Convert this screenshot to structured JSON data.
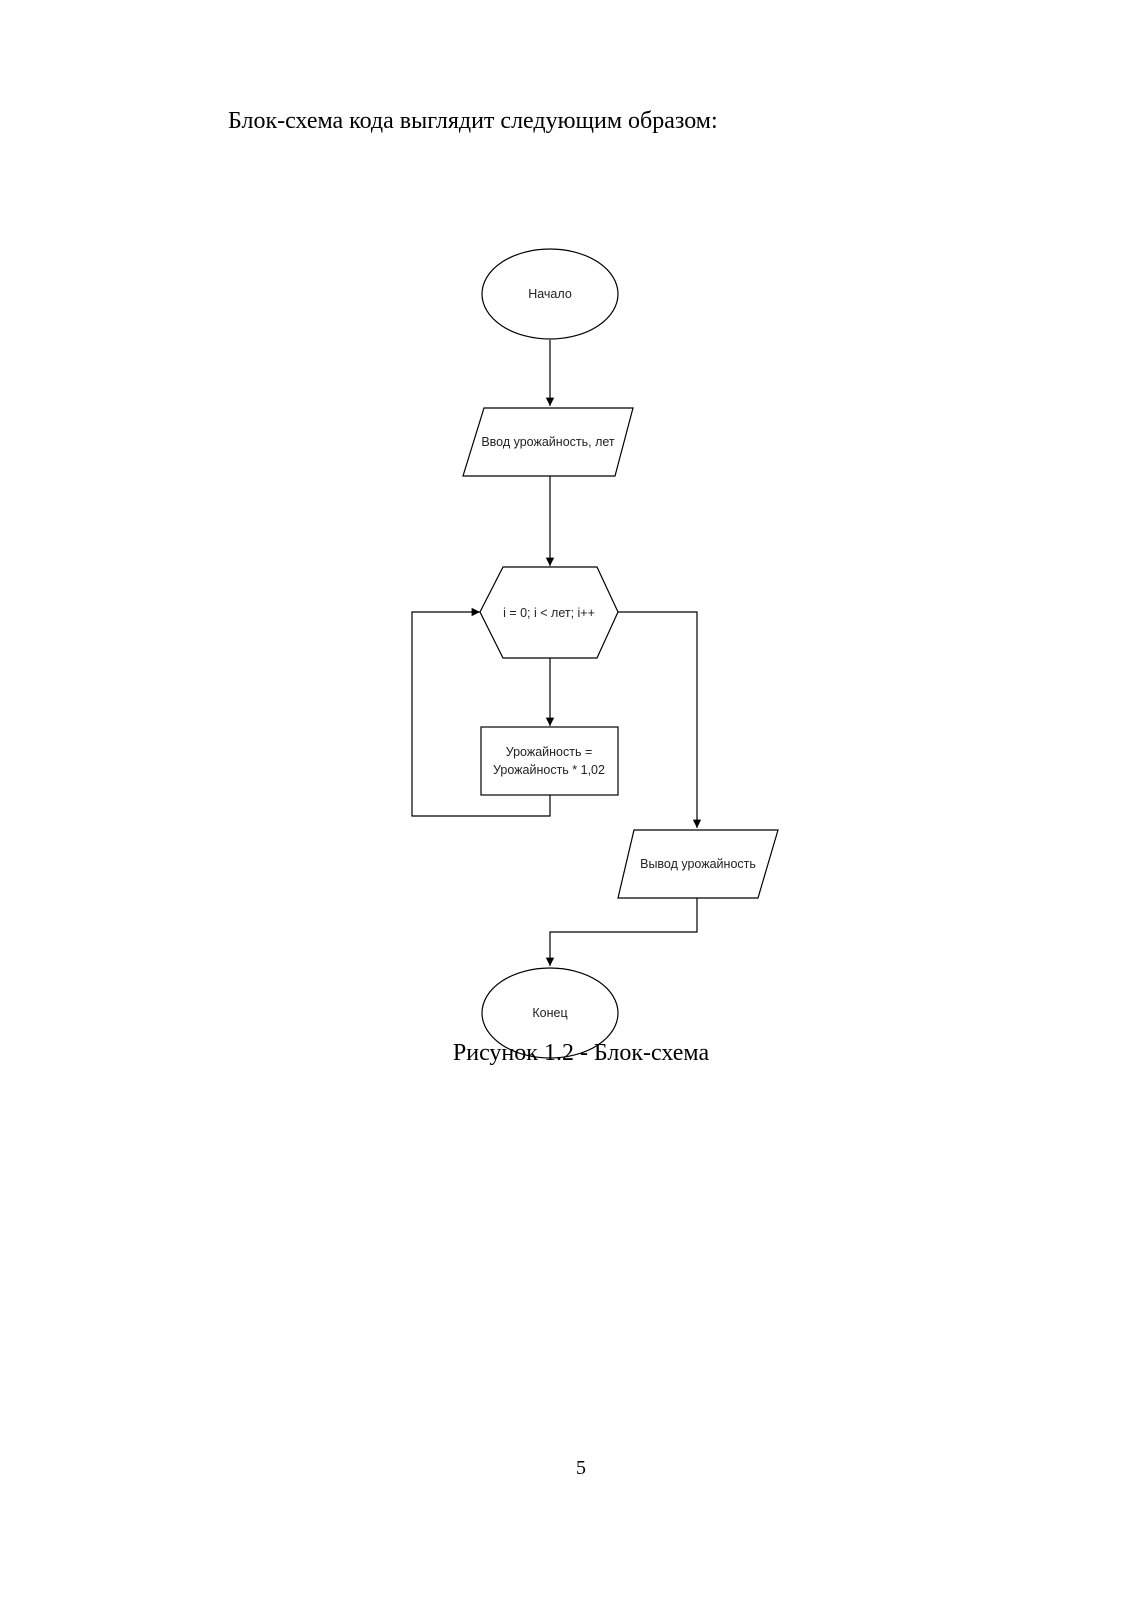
{
  "document": {
    "intro_text": "Блок-схема кода выглядит следующим образом:",
    "figure_caption": "Рисунок 1.2 - Блок-схема",
    "page_number": "5"
  },
  "flowchart": {
    "start": "Начало",
    "input": "Ввод урожайность, лет",
    "loop": "i = 0; i < лет; i++",
    "process_line1": "Урожайность =",
    "process_line2": "Урожайность * 1,02",
    "output": "Вывод урожайность",
    "end": "Конец"
  }
}
